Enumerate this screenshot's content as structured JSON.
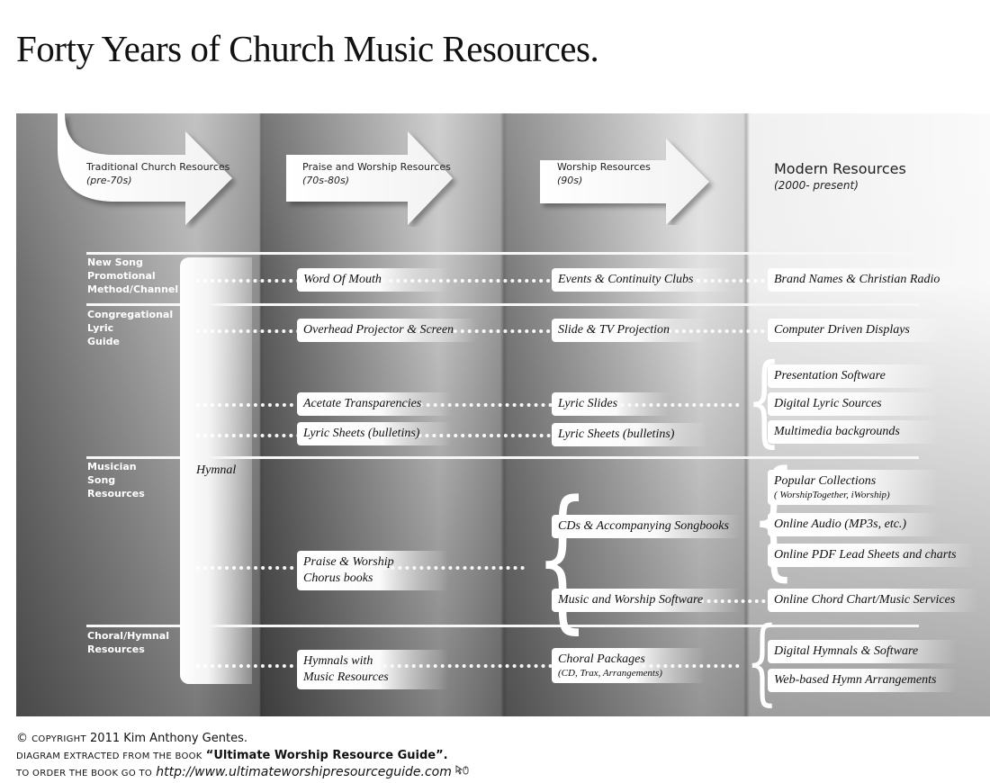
{
  "title": "Forty Years of Church Music Resources.",
  "columns": [
    {
      "name": "Traditional Church Resources",
      "period": "(pre-70s)"
    },
    {
      "name": "Praise and Worship Resources",
      "period": "(70s-80s)"
    },
    {
      "name": "Worship Resources",
      "period": "(90s)"
    },
    {
      "name": "Modern Resources",
      "period": "(2000- present)"
    }
  ],
  "rows": {
    "promo": "New Song\nPromotional\nMethod/Channel",
    "lyric": "Congregational\nLyric\nGuide",
    "musician": "Musician\nSong\nResources",
    "choral": "Choral/Hymnal\nResources"
  },
  "hymnal": "Hymnal",
  "items": {
    "word_of_mouth": "Word Of Mouth",
    "events_clubs": "Events & Continuity Clubs",
    "brand_radio": "Brand Names & Christian Radio",
    "overhead": "Overhead Projector & Screen",
    "slide_tv": "Slide & TV Projection",
    "computer_displays": "Computer Driven Displays",
    "presentation_sw": "Presentation Software",
    "acetate": "Acetate Transparencies",
    "lyric_slides": "Lyric Slides",
    "digital_lyric": "Digital Lyric Sources",
    "lyric_sheets_1": "Lyric Sheets (bulletins)",
    "lyric_sheets_2": "Lyric Sheets (bulletins)",
    "multimedia": "Multimedia backgrounds",
    "popular_collections": "Popular Collections",
    "popular_collections_sub": "( WorshipTogether, iWorship)",
    "cds_songbooks": "CDs & Accompanying Songbooks",
    "online_audio": "Online Audio (MP3s, etc.)",
    "praise_chorus_1": "Praise & Worship",
    "praise_chorus_2": "Chorus books",
    "online_pdf": "Online PDF Lead Sheets and charts",
    "music_sw": "Music and Worship Software",
    "online_chord": "Online Chord Chart/Music Services",
    "hymnals_music_1": "Hymnals with",
    "hymnals_music_2": "Music Resources",
    "choral_packages": "Choral Packages",
    "choral_packages_sub": "(CD, Trax, Arrangements)",
    "digital_hymnals": "Digital Hymnals & Software",
    "web_hymn": "Web-based  Hymn Arrangements"
  },
  "footer": {
    "copyright_symbol": "©",
    "copyright_word": "copyright",
    "copyright_rest": "2011 Kim Anthony Gentes.",
    "diagram_line": "diagram extracted from the book",
    "book_title": "“Ultimate Worship Resource Guide”.",
    "order_line": "to order the book go to",
    "url": "http://www.ultimateworshipresourceguide.com",
    "mouse_icon": "mouse-pointer-icon"
  }
}
